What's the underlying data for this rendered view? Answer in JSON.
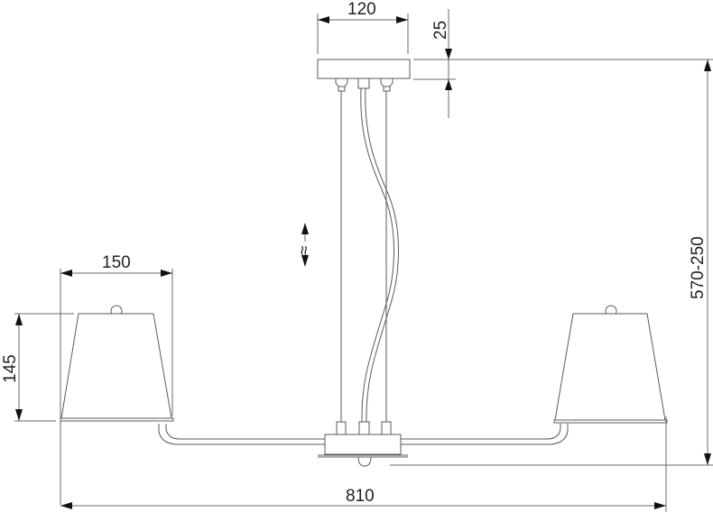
{
  "drawing": {
    "subject": "pendant chandelier with two shades",
    "line_color": "#5a5a5a",
    "text_color": "#222222",
    "background": "#ffffff"
  },
  "dimensions": {
    "canopy_width": "120",
    "canopy_height": "25",
    "shade_width": "150",
    "shade_height": "145",
    "total_height": "570-250",
    "total_width": "810",
    "adjustable_symbol": "≈"
  }
}
